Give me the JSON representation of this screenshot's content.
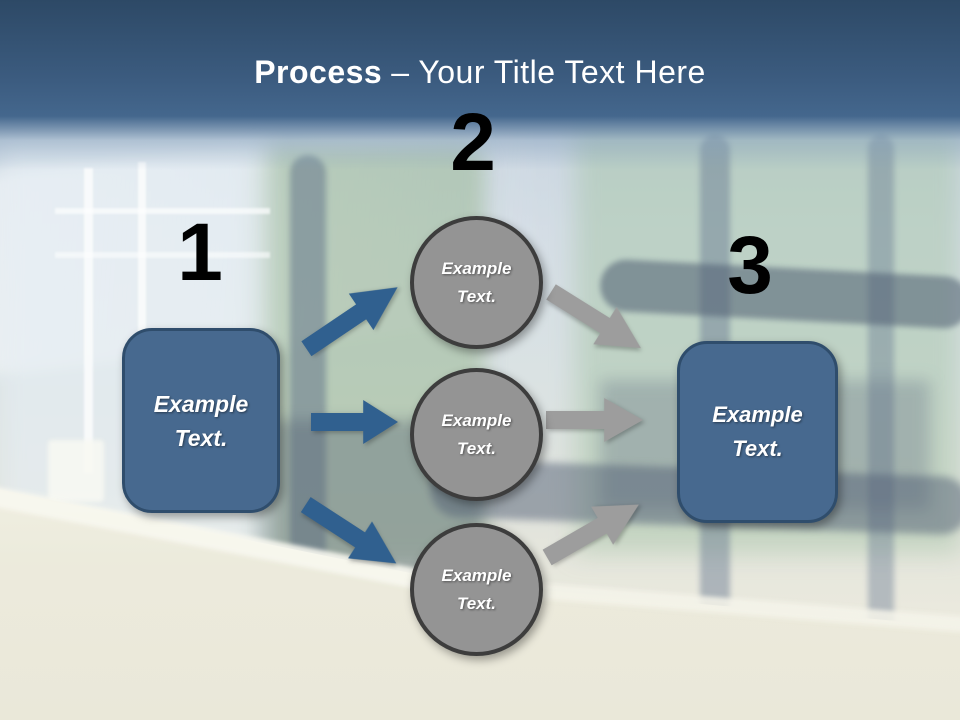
{
  "slide": {
    "title": {
      "emphasis": "Process",
      "rest": "– Your Title Text Here"
    }
  },
  "colors": {
    "header_top": "#2d4966",
    "header_bottom": "#44678d",
    "title_text": "#ffffff",
    "number_text": "#000000",
    "box_fill": "#47698f",
    "box_border": "#2f4d6c",
    "circle_fill": "#949494",
    "circle_border": "#3d3d3d",
    "arrow_blue": "#30608f",
    "arrow_gray": "#9d9d9d",
    "label_text": "#ffffff"
  },
  "process": {
    "step1": {
      "number": "1",
      "label": "Example Text."
    },
    "step2": {
      "number": "2",
      "circles": [
        {
          "label": "Example Text."
        },
        {
          "label": "Example Text."
        },
        {
          "label": "Example Text."
        }
      ]
    },
    "step3": {
      "number": "3",
      "label": "Example Text."
    }
  }
}
